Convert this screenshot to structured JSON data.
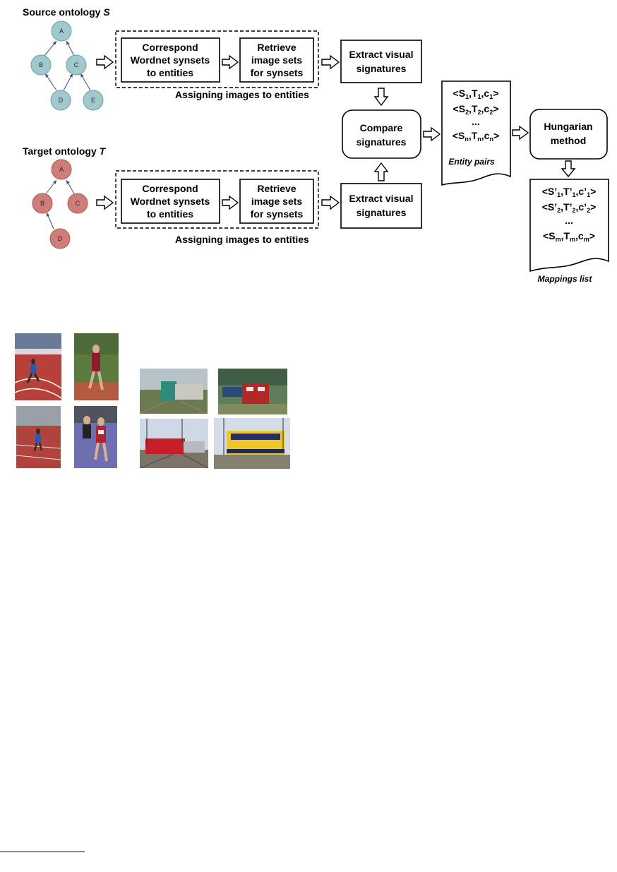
{
  "source": {
    "title_prefix": "Source ontology ",
    "title_var": "S",
    "nodes": [
      {
        "id": "A"
      },
      {
        "id": "B"
      },
      {
        "id": "C"
      },
      {
        "id": "D"
      },
      {
        "id": "E"
      }
    ]
  },
  "target": {
    "title_prefix": "Target ontology ",
    "title_var": "T",
    "nodes": [
      {
        "id": "A"
      },
      {
        "id": "B"
      },
      {
        "id": "C"
      },
      {
        "id": "D"
      }
    ]
  },
  "steps": {
    "correspond": [
      "Correspond",
      "Wordnet synsets",
      "to entities"
    ],
    "retrieve": [
      "Retrieve",
      "image sets",
      "for synsets"
    ],
    "group_label": "Assigning images to entities",
    "extract": [
      "Extract visual",
      "signatures"
    ],
    "compare": [
      "Compare",
      "signatures"
    ],
    "hungarian": [
      "Hungarian",
      "method"
    ]
  },
  "entity_pairs": {
    "label": "Entity pairs",
    "ellipsis": "..."
  },
  "mappings": {
    "label": "Mappings list",
    "ellipsis": "..."
  },
  "photos": {
    "runners": [
      "runner-photo-1",
      "runner-photo-2",
      "runner-photo-3",
      "runner-photo-4"
    ],
    "trains": [
      "train-photo-1",
      "train-photo-2",
      "train-photo-3",
      "train-photo-4"
    ]
  }
}
